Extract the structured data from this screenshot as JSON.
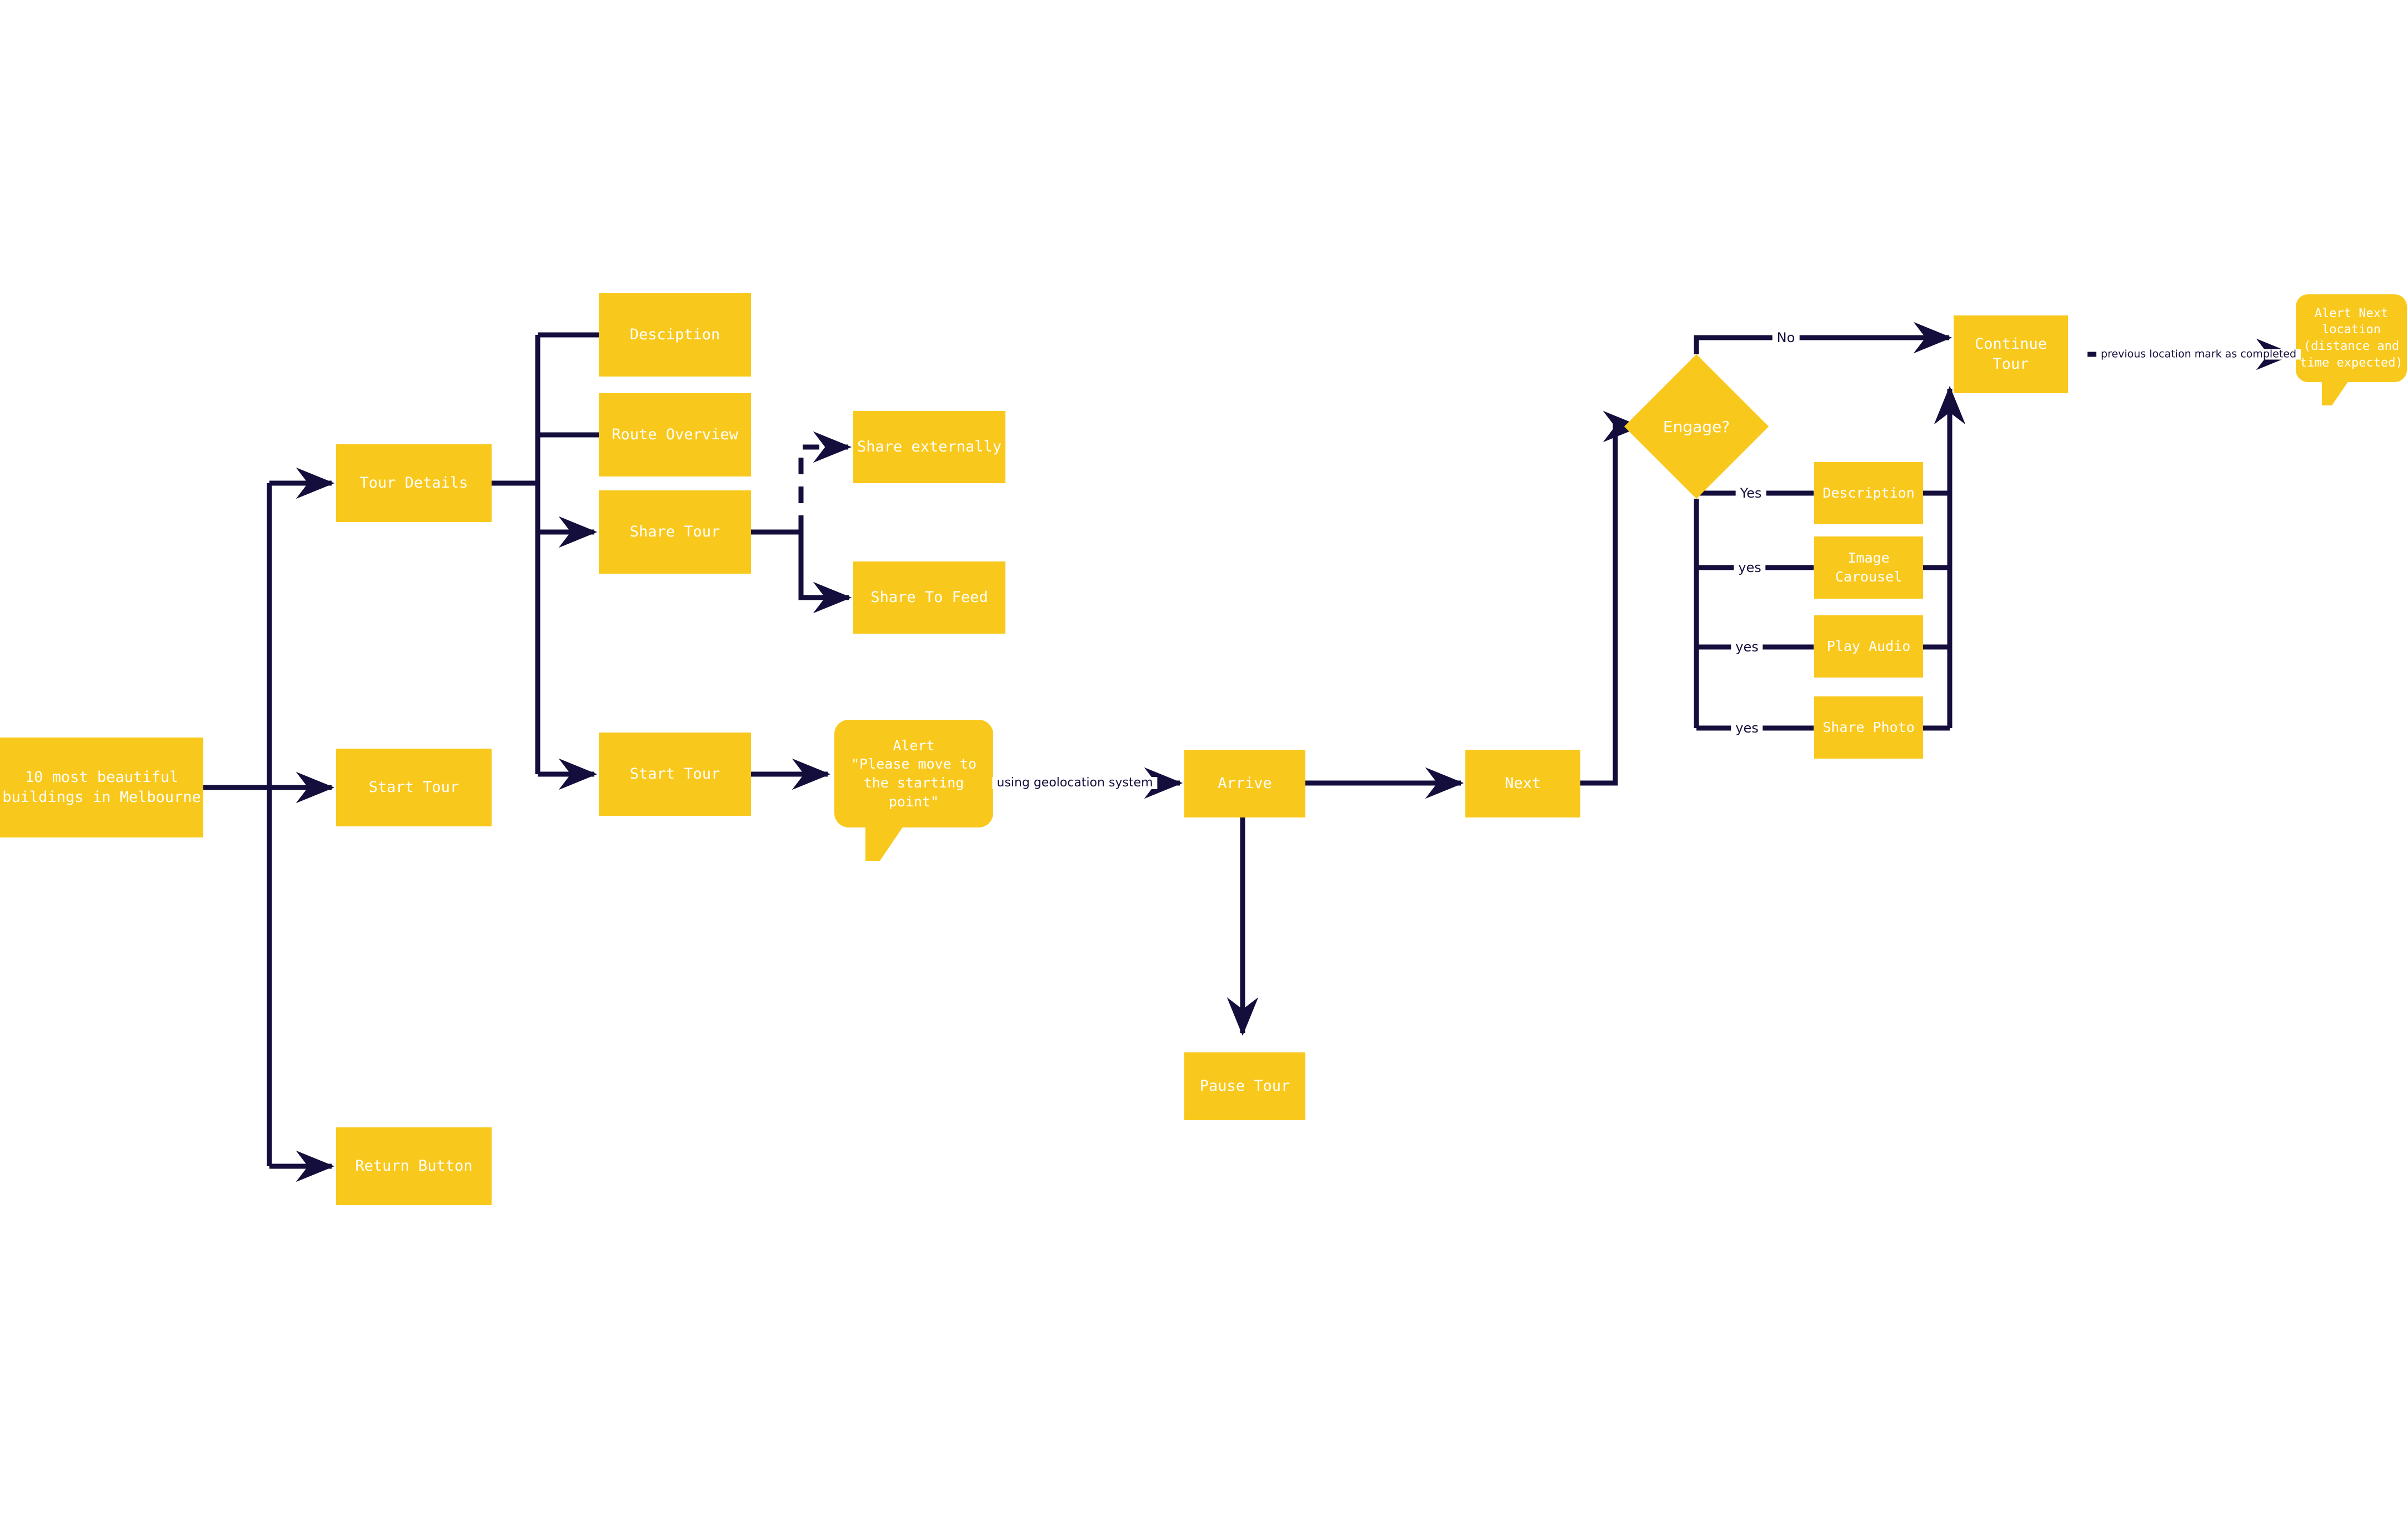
{
  "meta": {
    "title": "Tour App User Flow",
    "colors": {
      "node_fill": "#F9C81C",
      "node_text": "#FFFFFF",
      "edge_stroke": "#130E3C",
      "background": "#FFFFFF"
    }
  },
  "nodes": {
    "start": {
      "label": "10 most beautiful\nbuildings in Melbourne"
    },
    "tour_details": {
      "label": "Tour Details"
    },
    "start_tour_menu": {
      "label": "Start Tour"
    },
    "return_button": {
      "label": "Return Button"
    },
    "desciption": {
      "label": "Desciption"
    },
    "route_overview": {
      "label": "Route Overview"
    },
    "share_tour": {
      "label": "Share Tour"
    },
    "share_externally": {
      "label": "Share externally"
    },
    "share_to_feed": {
      "label": "Share To Feed"
    },
    "start_tour_action": {
      "label": "Start Tour"
    },
    "alert_move": {
      "label": "Alert\n\"Please move to\nthe starting\npoint\""
    },
    "arrive": {
      "label": "Arrive"
    },
    "pause_tour": {
      "label": "Pause Tour"
    },
    "next": {
      "label": "Next"
    },
    "engage": {
      "label": "Engage?"
    },
    "continue_tour": {
      "label": "Continue Tour"
    },
    "alert_next_location": {
      "label": "Alert Next\nlocation\n(distance and\ntime expected)"
    },
    "description": {
      "label": "Description"
    },
    "image_carousel": {
      "label": "Image\nCarousel"
    },
    "play_audio": {
      "label": "Play Audio"
    },
    "share_photo": {
      "label": "Share Photo"
    }
  },
  "edge_labels": {
    "geolocation": "using geolocation system",
    "no": "No",
    "yes_description": "Yes",
    "yes_carousel": "yes",
    "yes_audio": "yes",
    "yes_share": "yes",
    "mark_completed": "previous location mark as completed"
  },
  "chart_data": {
    "type": "diagram",
    "diagram_type": "flowchart",
    "title": "Tour App User Flow",
    "direction": "left-to-right",
    "node_list": [
      "10 most beautiful buildings in Melbourne",
      "Tour Details",
      "Start Tour",
      "Return Button",
      "Desciption",
      "Route Overview",
      "Share Tour",
      "Share externally",
      "Share To Feed",
      "Start Tour",
      "Alert \"Please move to the starting point\"",
      "Arrive",
      "Pause Tour",
      "Next",
      "Engage?",
      "Continue Tour",
      "Alert Next location (distance and time expected)",
      "Description",
      "Image Carousel",
      "Play Audio",
      "Share Photo"
    ],
    "edges": [
      {
        "from": "10 most beautiful buildings in Melbourne",
        "to": "Tour Details",
        "label": "",
        "style": "solid"
      },
      {
        "from": "10 most beautiful buildings in Melbourne",
        "to": "Start Tour",
        "label": "",
        "style": "solid"
      },
      {
        "from": "10 most beautiful buildings in Melbourne",
        "to": "Return Button",
        "label": "",
        "style": "solid"
      },
      {
        "from": "Tour Details",
        "to": "Desciption",
        "label": "",
        "style": "solid"
      },
      {
        "from": "Tour Details",
        "to": "Route Overview",
        "label": "",
        "style": "solid"
      },
      {
        "from": "Tour Details",
        "to": "Share Tour",
        "label": "",
        "style": "solid"
      },
      {
        "from": "Tour Details",
        "to": "Start Tour",
        "label": "",
        "style": "solid"
      },
      {
        "from": "Share Tour",
        "to": "Share externally",
        "label": "",
        "style": "dashed"
      },
      {
        "from": "Share Tour",
        "to": "Share To Feed",
        "label": "",
        "style": "solid"
      },
      {
        "from": "Start Tour",
        "to": "Alert \"Please move to the starting point\"",
        "label": "",
        "style": "solid"
      },
      {
        "from": "Alert \"Please move to the starting point\"",
        "to": "Arrive",
        "label": "using geolocation system",
        "style": "solid"
      },
      {
        "from": "Arrive",
        "to": "Next",
        "label": "",
        "style": "solid"
      },
      {
        "from": "Arrive",
        "to": "Pause Tour",
        "label": "",
        "style": "solid"
      },
      {
        "from": "Next",
        "to": "Engage?",
        "label": "",
        "style": "solid"
      },
      {
        "from": "Engage?",
        "to": "Continue Tour",
        "label": "No",
        "style": "solid"
      },
      {
        "from": "Engage?",
        "to": "Description",
        "label": "Yes",
        "style": "solid"
      },
      {
        "from": "Engage?",
        "to": "Image Carousel",
        "label": "yes",
        "style": "solid"
      },
      {
        "from": "Engage?",
        "to": "Play Audio",
        "label": "yes",
        "style": "solid"
      },
      {
        "from": "Engage?",
        "to": "Share Photo",
        "label": "yes",
        "style": "solid"
      },
      {
        "from": "Description",
        "to": "Continue Tour",
        "label": "",
        "style": "solid"
      },
      {
        "from": "Image Carousel",
        "to": "Continue Tour",
        "label": "",
        "style": "solid"
      },
      {
        "from": "Play Audio",
        "to": "Continue Tour",
        "label": "",
        "style": "solid"
      },
      {
        "from": "Share Photo",
        "to": "Continue Tour",
        "label": "",
        "style": "solid"
      },
      {
        "from": "Continue Tour",
        "to": "Alert Next location (distance and time expected)",
        "label": "previous location mark as completed",
        "style": "solid"
      }
    ]
  }
}
